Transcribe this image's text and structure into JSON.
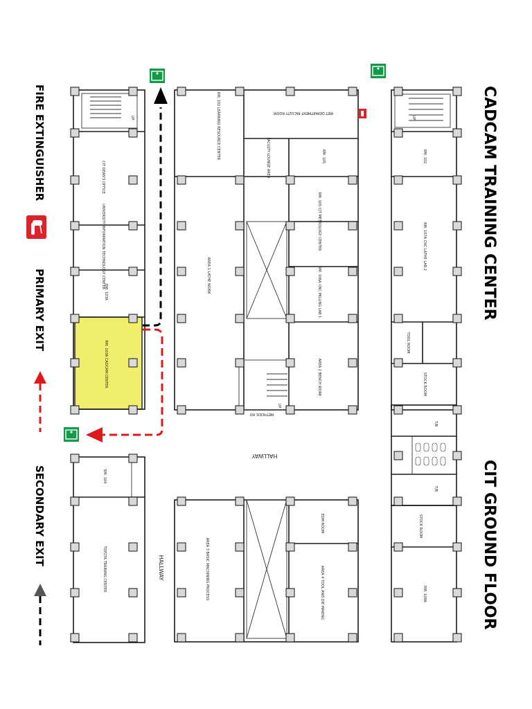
{
  "titles": {
    "building": "CADCAM TRAINING CENTER",
    "floor": "CIT GROUND FLOOR"
  },
  "legend": {
    "fire_extinguisher": "FIRE EXTINGUISHER",
    "primary_exit": "PRIMARY EXIT",
    "secondary_exit": "SECONDARY EXIT"
  },
  "colors": {
    "highlight_room": "#f0ee6a",
    "primary_exit": "#e0181b",
    "secondary_exit": "#000000",
    "exit_sign": "#119a48",
    "fire_extinguisher": "#d8242a"
  },
  "rooms": {
    "dean": "CIT DEAN'S OFFICE",
    "uitc": "UNIVERSITY INFORMATION TECHNOLOGY CENTER",
    "rm103a": "RM. 103A",
    "cadcam": "RM. 103A CADCAM CENTER",
    "rm104": "RM. 104",
    "toyota": "TOYOTA TRAINING CENTER",
    "lrc": "RM. 102 LEARNING RESOURCE CENTER",
    "lathe1": "AREA 1 LATHE WORK",
    "met_faculty": "MET DEPARTMENT FACULTY ROOM",
    "faculty_lounge": "FACULTY LOUNGE AREA",
    "rm105": "RM. 105",
    "metrology": "RM. 105 CIT METROLOGY CENTER",
    "cnc_milling": "RM. 106A CNC MILLING LAB 1",
    "bench": "AREA 2 BENCH WORK",
    "rm102_right": "RM. 102",
    "cnc_lathe": "RM. 107A CNC LATHE LAB 2",
    "tool_room": "TOOL ROOM",
    "stock_room": "STOCK ROOM",
    "tb1": "T/B",
    "tb2": "T/B",
    "stock_room2": "STOCK ROOM",
    "rm108a": "RM. 108A",
    "edm": "EDM ROOM",
    "area3": "AREA 3 BASIC MACHINING PROCESS",
    "area4": "AREA 4 TOOL AND DIE MAKING",
    "hallway_center": "HALLWAY",
    "hallway_left": "HALLWAY",
    "methods": "METHODS HO",
    "up_left": "UP",
    "up_right": "UP",
    "up_stair": "UP"
  }
}
